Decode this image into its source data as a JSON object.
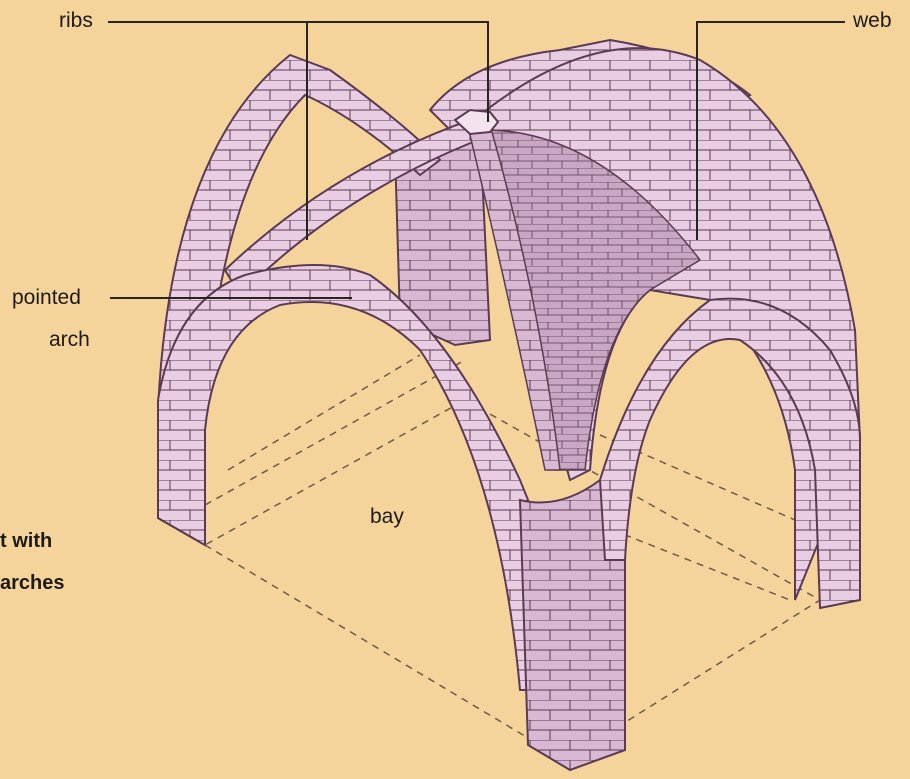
{
  "labels": {
    "ribs": "ribs",
    "web": "web",
    "pointed_arch_line1": "pointed",
    "pointed_arch_line2": "arch",
    "bay": "bay"
  },
  "caption": {
    "line1": "t with",
    "line2": "arches"
  },
  "colors": {
    "background": "#f5d49b",
    "stone": "#e8cde3",
    "stone_dark": "#c9a7c4",
    "stone_shadow": "#a98aa6",
    "mortar": "#5a3b52",
    "leader": "#2a2420",
    "dashed": "#6e5a4a"
  }
}
